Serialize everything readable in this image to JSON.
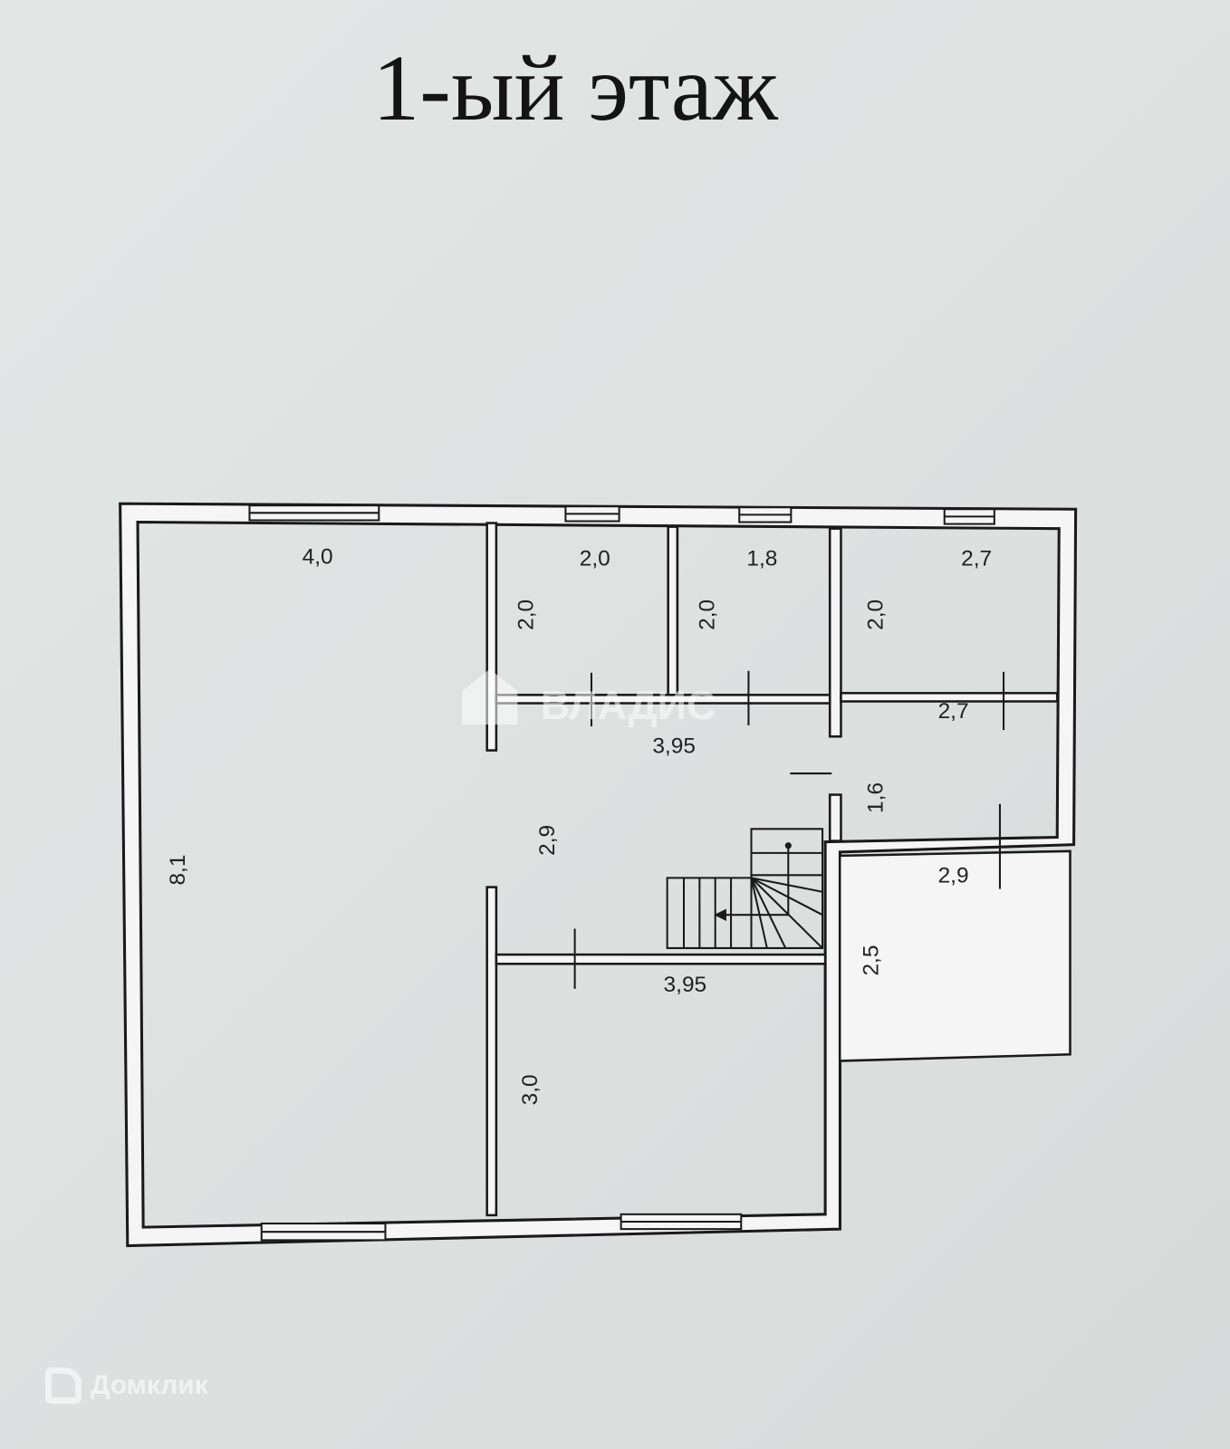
{
  "title": "1-ый этаж",
  "dimensions": {
    "living_width": "4,0",
    "living_length": "8,1",
    "room1_width": "2,0",
    "room1_length": "2,0",
    "room2_width": "1,8",
    "room2_length": "2,0",
    "room3_width": "2,7",
    "room3_length": "2,0",
    "room4_width": "2,7",
    "room4_length": "1,6",
    "hall_width": "3,95",
    "hall_length": "2,9",
    "terrace_width": "2,9",
    "terrace_length": "2,5",
    "kitchen_width": "3,95",
    "kitchen_length": "3,0"
  },
  "watermarks": {
    "center": "ВЛАДИС",
    "bottom": "Домклик"
  }
}
